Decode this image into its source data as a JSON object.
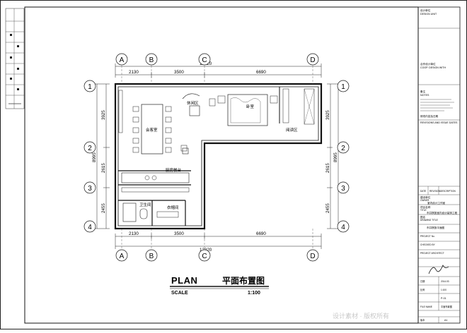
{
  "drawing": {
    "title_en": "PLAN",
    "title_cn": "平面布置图",
    "scale_label": "SCALE",
    "scale_value": "1:100"
  },
  "grid": {
    "columns": [
      "A",
      "B",
      "C",
      "D"
    ],
    "rows": [
      "1",
      "2",
      "3",
      "4"
    ]
  },
  "dimensions": {
    "top_total": "12320",
    "bottom_total": "12320",
    "top_segments": [
      "2130",
      "3500",
      "6690"
    ],
    "bottom_segments": [
      "2130",
      "3500",
      "6690"
    ],
    "left_segments": [
      "3925",
      "2615",
      "2455"
    ],
    "left_total": "8995",
    "right_segments": [
      "3925",
      "2615",
      "2455"
    ],
    "right_total": "8995"
  },
  "rooms": {
    "meeting": "会客室",
    "rest": "休闲区",
    "bedroom": "卧室",
    "reading": "阅读区",
    "kitchen": "厨房餐台",
    "bathroom": "卫生间",
    "storage": "衣帽间"
  },
  "title_block": {
    "design_unit_label": "设计单位",
    "design_unit_en": "DESIGN UNIT",
    "cooperation_label": "合作设计单位",
    "cooperation_en": "COOP. DESIGN WITH",
    "notes_label": "备注",
    "notes_en": "NOTES",
    "rev_label": "修改内容及日期",
    "rev_en": "REVISIONS AND ISSUE DATES",
    "rev_head": [
      "DATE",
      "REVISION",
      "DESCRIPTION"
    ],
    "owner_label": "建设单位",
    "owner_en": "OWNER",
    "owner_value": "室内设计工作室",
    "project_label": "项目名称",
    "project_en": "TITLE",
    "project_value": "市井棋旅室内设计装饰工程",
    "drawing_label": "图名",
    "drawing_en": "DRAWING TITLE",
    "drawing_value": "市井棋旅平面图",
    "project_no_label": "PROJECT No.",
    "checked_label": "CHECKED BY",
    "architect_label": "PROJECT ARCHITECT",
    "date_label": "日期",
    "date_value": "2014.03",
    "scale_label": "比例",
    "scale_value": "1:100",
    "sheet_value": "P-01",
    "file_label": "FILE NAME",
    "file_value": "平面布置图",
    "version_label": "版本",
    "version_value": "A1"
  },
  "watermark": "设计素材 · 版权所有"
}
